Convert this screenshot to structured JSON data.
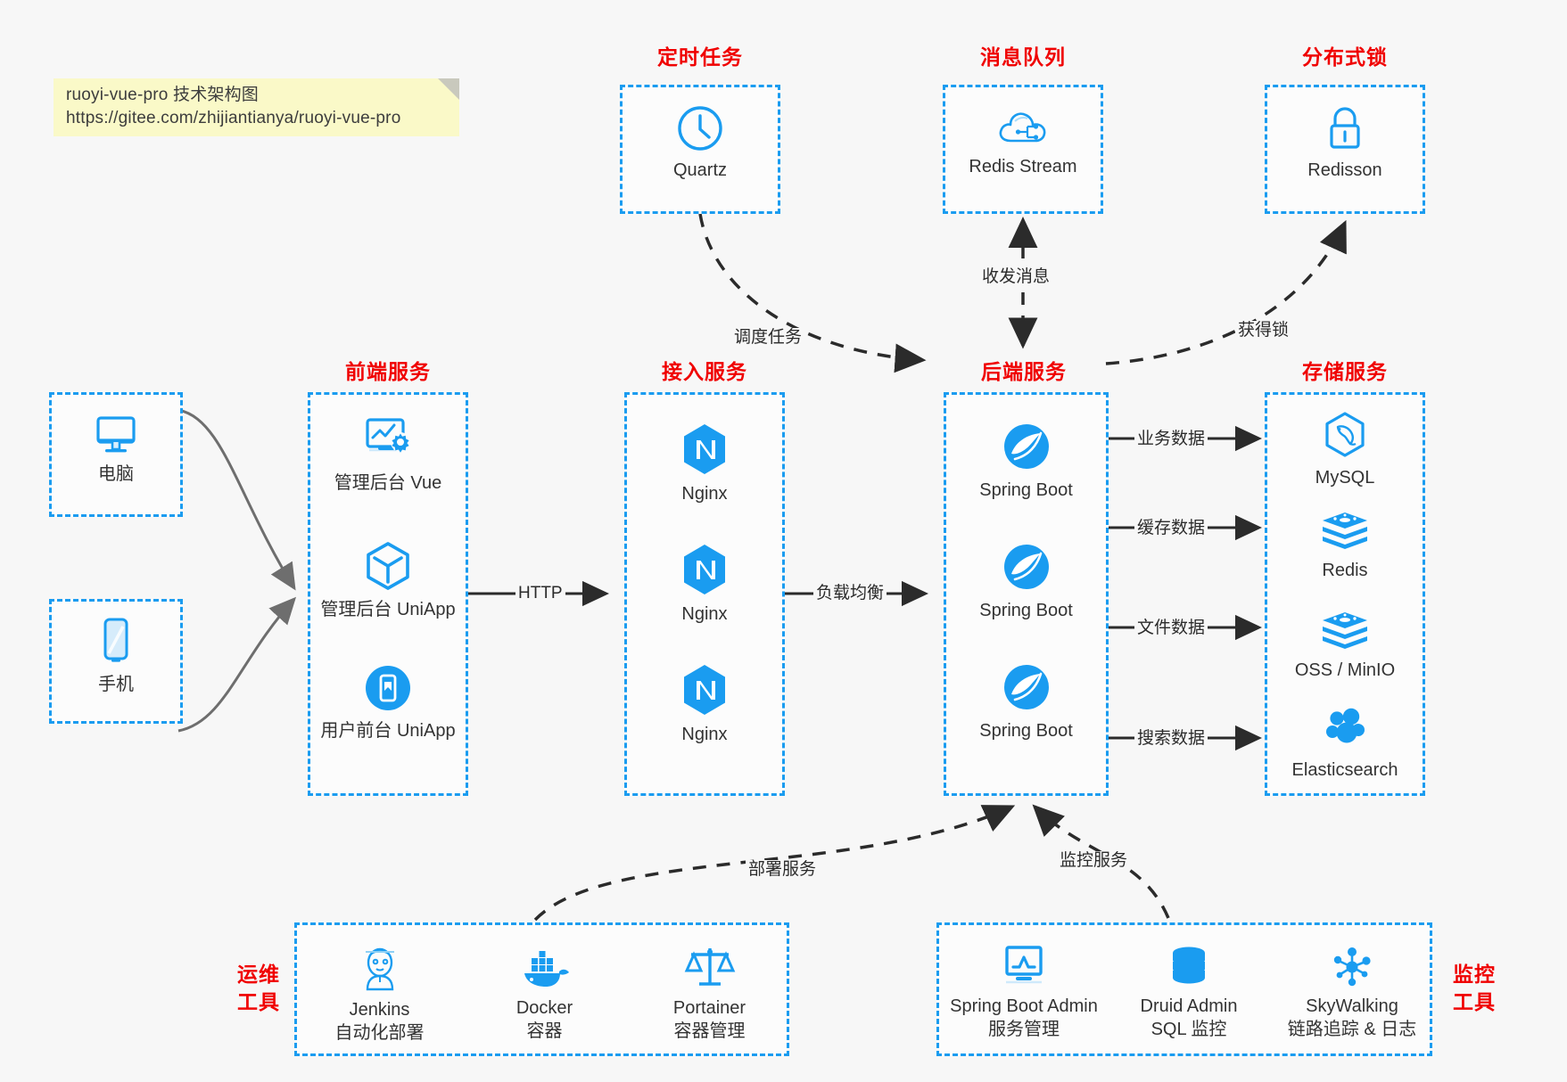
{
  "meta": {
    "title": "ruoyi-vue-pro 技术架构图",
    "accent_blue": "#1a9cf0",
    "label_red": "#f00000",
    "background": "#f7f7f7"
  },
  "note": {
    "line1": "ruoyi-vue-pro 技术架构图",
    "line2": "https://gitee.com/zhijiantianya/ruoyi-vue-pro"
  },
  "groups": {
    "scheduler": {
      "label": "定时任务"
    },
    "mq": {
      "label": "消息队列"
    },
    "lock": {
      "label": "分布式锁"
    },
    "frontend": {
      "label": "前端服务"
    },
    "gateway": {
      "label": "接入服务"
    },
    "backend": {
      "label": "后端服务"
    },
    "storage": {
      "label": "存储服务"
    },
    "devops": {
      "label_line1": "运维",
      "label_line2": "工具"
    },
    "monitor": {
      "label_line1": "监控",
      "label_line2": "工具"
    }
  },
  "clients": [
    {
      "name": "电脑",
      "icon": "desktop-monitor-icon"
    },
    {
      "name": "手机",
      "icon": "mobile-phone-icon"
    }
  ],
  "scheduler_nodes": [
    {
      "name": "Quartz",
      "icon": "clock-icon"
    }
  ],
  "mq_nodes": [
    {
      "name": "Redis Stream",
      "icon": "cloud-network-icon"
    }
  ],
  "lock_nodes": [
    {
      "name": "Redisson",
      "icon": "lock-icon"
    }
  ],
  "frontend_nodes": [
    {
      "name": "管理后台 Vue",
      "icon": "dashboard-gear-icon"
    },
    {
      "name": "管理后台 UniApp",
      "icon": "cube-icon"
    },
    {
      "name": "用户前台 UniApp",
      "icon": "mobile-app-icon"
    }
  ],
  "gateway_nodes": [
    {
      "name": "Nginx",
      "icon": "nginx-icon"
    },
    {
      "name": "Nginx",
      "icon": "nginx-icon"
    },
    {
      "name": "Nginx",
      "icon": "nginx-icon"
    }
  ],
  "backend_nodes": [
    {
      "name": "Spring Boot",
      "icon": "spring-boot-icon"
    },
    {
      "name": "Spring Boot",
      "icon": "spring-boot-icon"
    },
    {
      "name": "Spring Boot",
      "icon": "spring-boot-icon"
    }
  ],
  "storage_nodes": [
    {
      "name": "MySQL",
      "icon": "mysql-icon"
    },
    {
      "name": "Redis",
      "icon": "redis-icon"
    },
    {
      "name": "OSS / MinIO",
      "icon": "object-storage-icon"
    },
    {
      "name": "Elasticsearch",
      "icon": "elasticsearch-icon"
    }
  ],
  "devops_nodes": [
    {
      "name": "Jenkins",
      "desc": "自动化部署",
      "icon": "jenkins-butler-icon"
    },
    {
      "name": "Docker",
      "desc": "容器",
      "icon": "docker-whale-icon"
    },
    {
      "name": "Portainer",
      "desc": "容器管理",
      "icon": "scales-icon"
    }
  ],
  "monitor_nodes": [
    {
      "name": "Spring Boot Admin",
      "desc": "服务管理",
      "icon": "monitor-chart-icon"
    },
    {
      "name": "Druid Admin",
      "desc": "SQL 监控",
      "icon": "database-stack-icon"
    },
    {
      "name": "SkyWalking",
      "desc": "链路追踪 & 日志",
      "icon": "node-graph-icon"
    }
  ],
  "edges": [
    {
      "id": "http",
      "label": "HTTP"
    },
    {
      "id": "lb",
      "label": "负载均衡"
    },
    {
      "id": "schedule",
      "label": "调度任务"
    },
    {
      "id": "mq-io",
      "label": "收发消息"
    },
    {
      "id": "acquire-lock",
      "label": "获得锁"
    },
    {
      "id": "biz-data",
      "label": "业务数据"
    },
    {
      "id": "cache-data",
      "label": "缓存数据"
    },
    {
      "id": "file-data",
      "label": "文件数据"
    },
    {
      "id": "search-data",
      "label": "搜索数据"
    },
    {
      "id": "deploy",
      "label": "部署服务"
    },
    {
      "id": "monitoring",
      "label": "监控服务"
    }
  ]
}
